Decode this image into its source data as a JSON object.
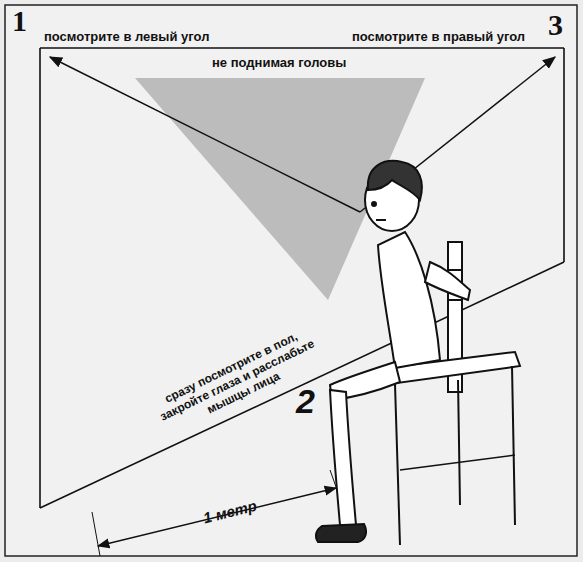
{
  "diagram": {
    "labels": [
      "1",
      "посмотрите в левый угол",
      "посмотрите в правый угол",
      "3",
      "не поднимая головы",
      "сразу посмотрите в пол, закройте глаза и расслабьте мышцы лица",
      "2",
      "1 метр"
    ]
  }
}
